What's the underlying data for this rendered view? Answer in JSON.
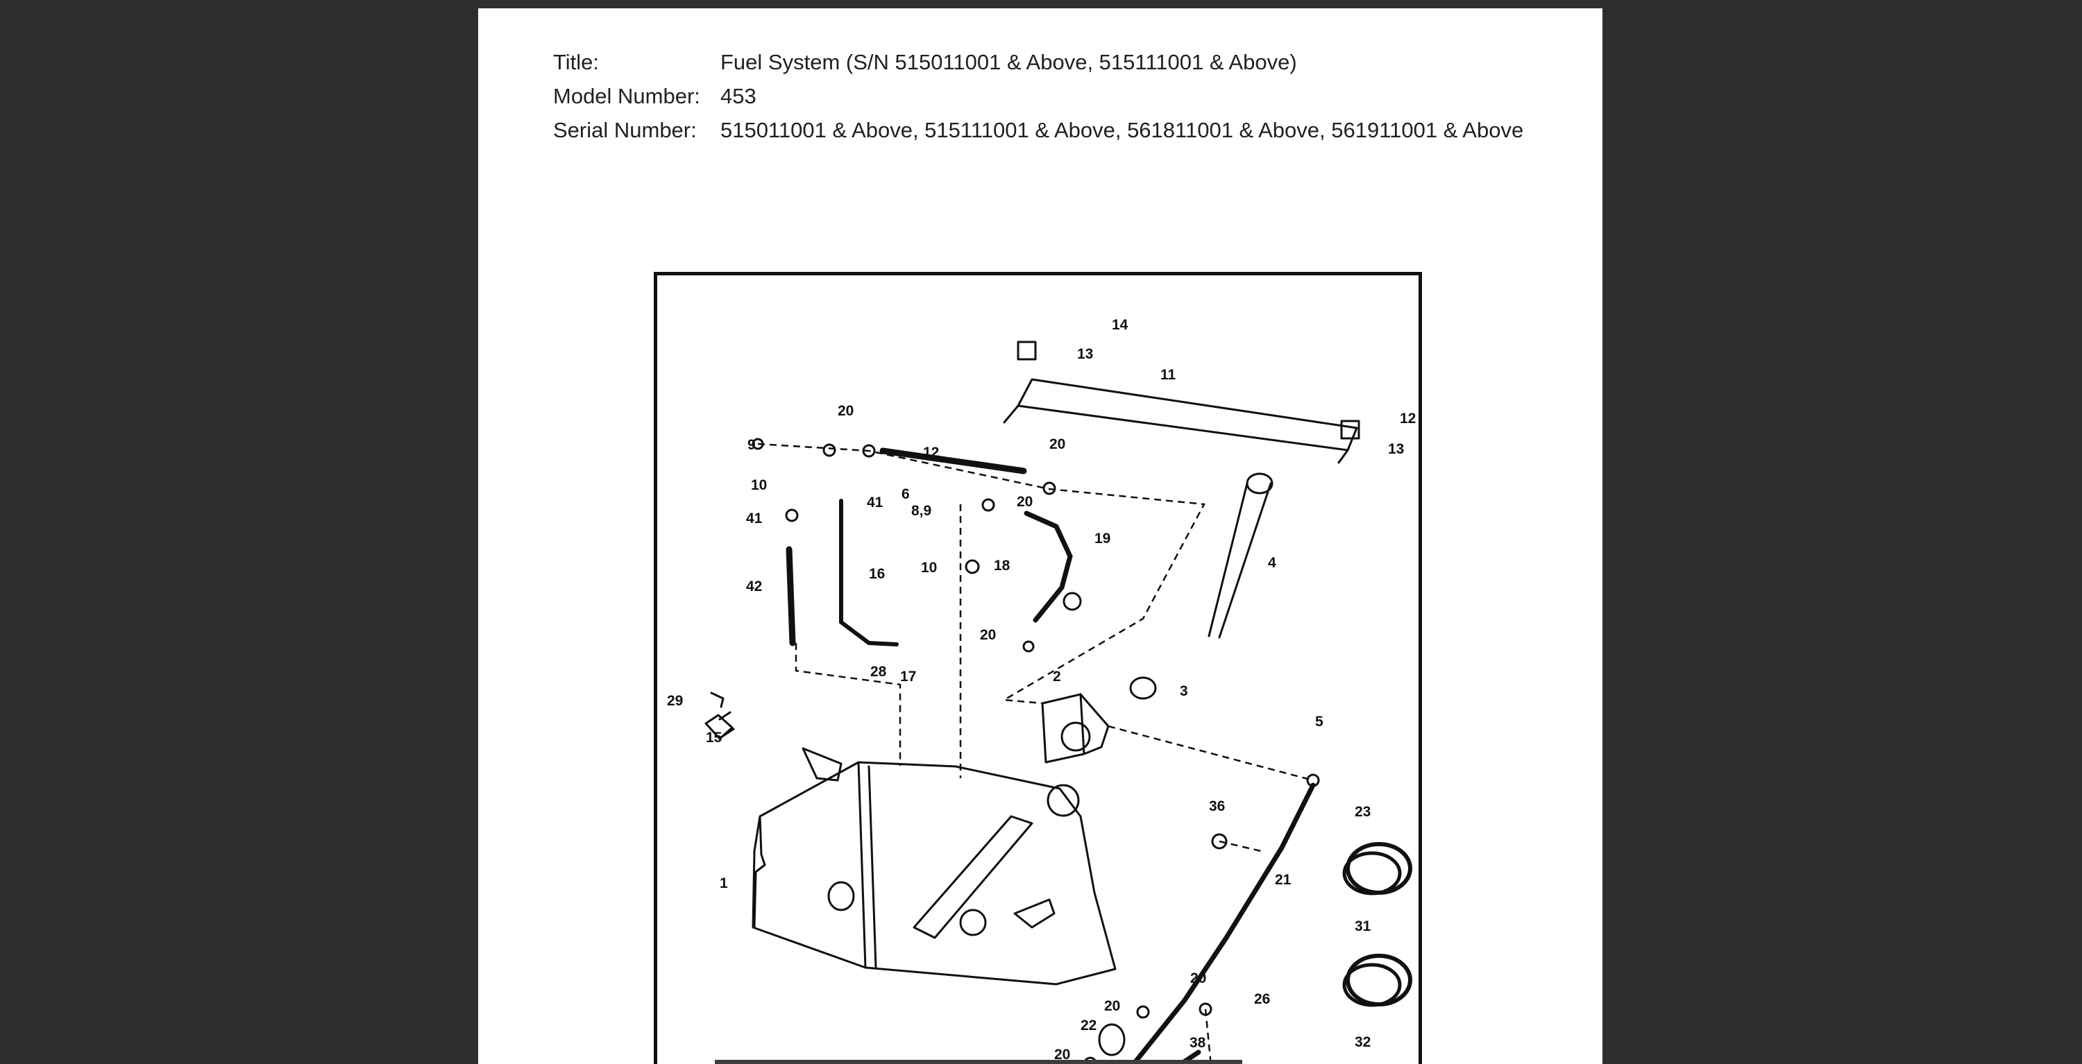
{
  "document": {
    "title_label": "Title:",
    "title_value": "Fuel System (S/N 515011001 & Above, 515111001 & Above)",
    "model_label": "Model Number:",
    "model_value": "453",
    "serial_label": "Serial Number:",
    "serial_value": "515011001 & Above, 515111001 & Above, 561811001 & Above, 561911001 & Above"
  },
  "diagram": {
    "callouts": {
      "c1": "1",
      "c2": "2",
      "c3": "3",
      "c4": "4",
      "c5": "5",
      "c6": "6",
      "c8_9": "8,9",
      "c9": "9",
      "c10a": "10",
      "c10b": "10",
      "c11": "11",
      "c12a": "12",
      "c12b": "12",
      "c13a": "13",
      "c13b": "13",
      "c14": "14",
      "c15": "15",
      "c16": "16",
      "c17": "17",
      "c18": "18",
      "c19": "19",
      "c20a": "20",
      "c20b": "20",
      "c20c": "20",
      "c20d": "20",
      "c20e": "20",
      "c20f": "20",
      "c20g": "20",
      "c21": "21",
      "c22": "22",
      "c23": "23",
      "c26": "26",
      "c28": "28",
      "c29": "29",
      "c31": "31",
      "c32": "32",
      "c36": "36",
      "c38": "38",
      "c41a": "41",
      "c41b": "41",
      "c42": "42"
    }
  }
}
